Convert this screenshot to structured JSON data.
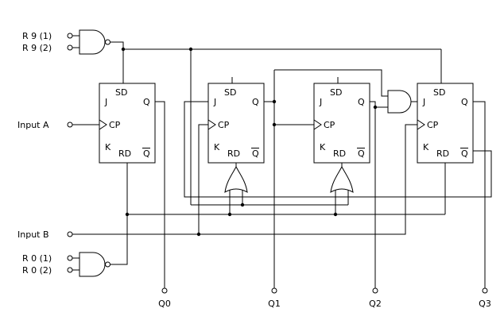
{
  "labels": {
    "r9_1": "R 9 (1)",
    "r9_2": "R 9 (2)",
    "input_a": "Input A",
    "input_b": "Input B",
    "r0_1": "R 0 (1)",
    "r0_2": "R 0 (2)",
    "q0": "Q0",
    "q1": "Q1",
    "q2": "Q2",
    "q3": "Q3"
  },
  "ff_pins": {
    "sd": "SD",
    "j": "J",
    "cp": "CP",
    "k": "K",
    "rd": "RD",
    "q": "Q",
    "qbar": "Q"
  },
  "gates": {
    "r9_gate": "nand",
    "r0_gate": "nand",
    "j_ff4_gate": "and",
    "rd_ff2_gate": "or",
    "rd_ff3_gate": "or"
  },
  "colors": {
    "wire": "#000000",
    "background": "#ffffff",
    "text": "#000000"
  }
}
